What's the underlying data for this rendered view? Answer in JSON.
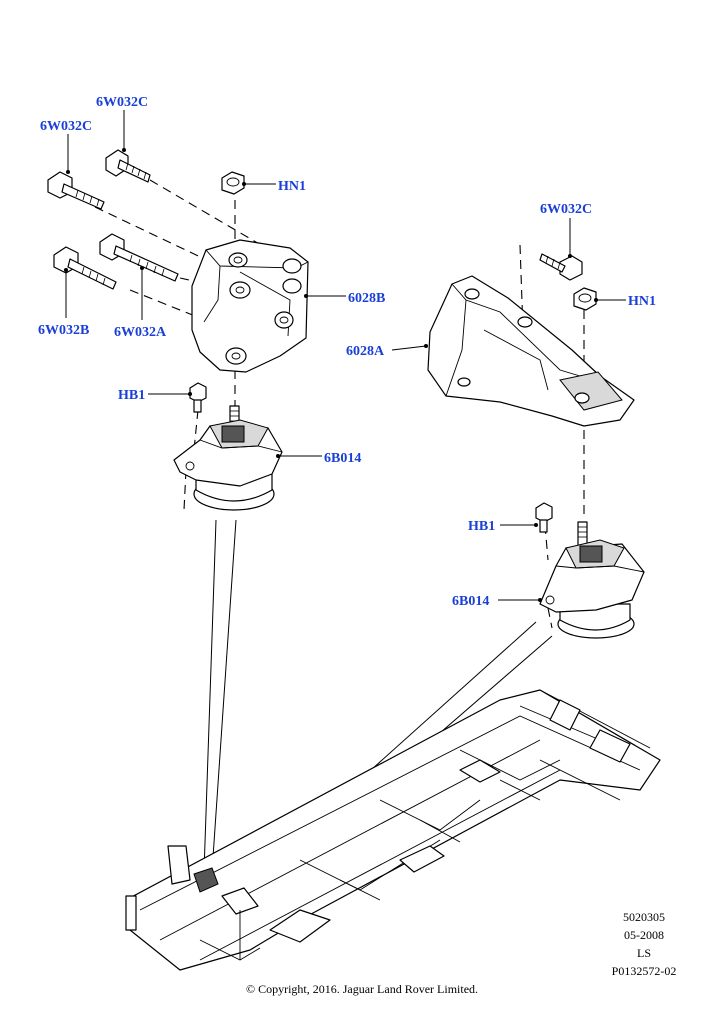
{
  "callouts": {
    "bolt_c_top": "6W032C",
    "bolt_c_left": "6W032C",
    "nut_hn1_left": "HN1",
    "bracket_left": "6028B",
    "bolt_b": "6W032B",
    "bolt_a": "6W032A",
    "bolt_hb1_left": "HB1",
    "mount_left": "6B014",
    "bolt_c_right": "6W032C",
    "nut_hn1_right": "HN1",
    "bracket_right": "6028A",
    "bolt_hb1_right": "HB1",
    "mount_right": "6B014"
  },
  "meta": {
    "ref_number": "5020305",
    "date": "05-2008",
    "code": "LS",
    "illustration_id": "P0132572-02"
  },
  "copyright": "© Copyright, 2016. Jaguar Land Rover Limited."
}
